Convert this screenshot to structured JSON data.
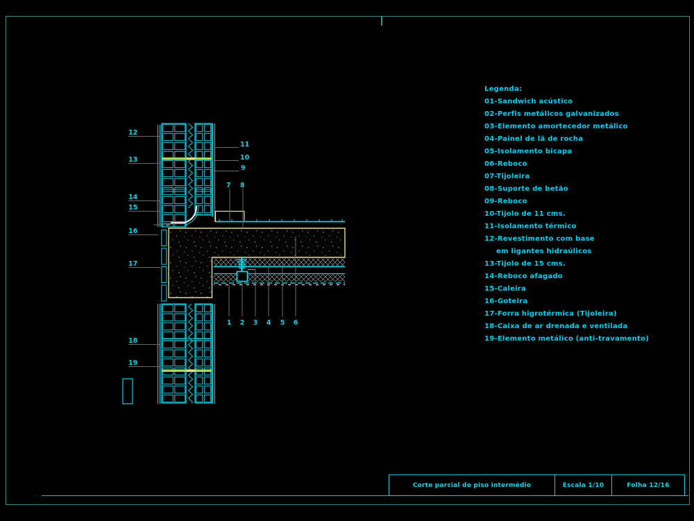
{
  "title_block": {
    "drawing_title": "Corte parcial do piso intermédio",
    "scale": "Escala 1/10",
    "sheet": "Folha 12/16"
  },
  "legend": {
    "title": "Legenda:",
    "items": [
      "01-Sandwich acústico",
      "02-Perfis metálicos galvanizados",
      "03-Elemento amortecedor metálico",
      "04-Painel de lã de rocha",
      "05-Isolamento bicapa",
      "06-Reboco",
      "07-Tijoleira",
      "08-Suporte de betão",
      "09-Reboco",
      "10-Tijolo de 11 cms.",
      "11-Isolamento térmico",
      "12-Revestimento com base",
      "em ligantes hidraúlicos",
      "13-Tijolo de 15 cms.",
      "14-Reboco afagado",
      "15-Caleira",
      "16-Goteira",
      "17-Forra higrotérmica (Tijoleira)",
      "18-Caixa de ar drenada e ventilada",
      "19-Elemento metálico (anti-travamento)"
    ]
  },
  "callouts": {
    "left": [
      "12",
      "13",
      "14",
      "15",
      "16",
      "17",
      "18",
      "19"
    ],
    "right": [
      "11",
      "10",
      "9"
    ],
    "floor_pair": [
      "7",
      "8"
    ],
    "bottom": [
      "1",
      "2",
      "3",
      "4",
      "5",
      "6"
    ]
  },
  "colors": {
    "drawing_cyan": "#10d3e8",
    "border_teal": "#3d8f8c",
    "concrete_outline_yellow": "#e6e087",
    "wall_tie_lime": "#a8d957",
    "leader_grey": "#6b6b6b"
  }
}
